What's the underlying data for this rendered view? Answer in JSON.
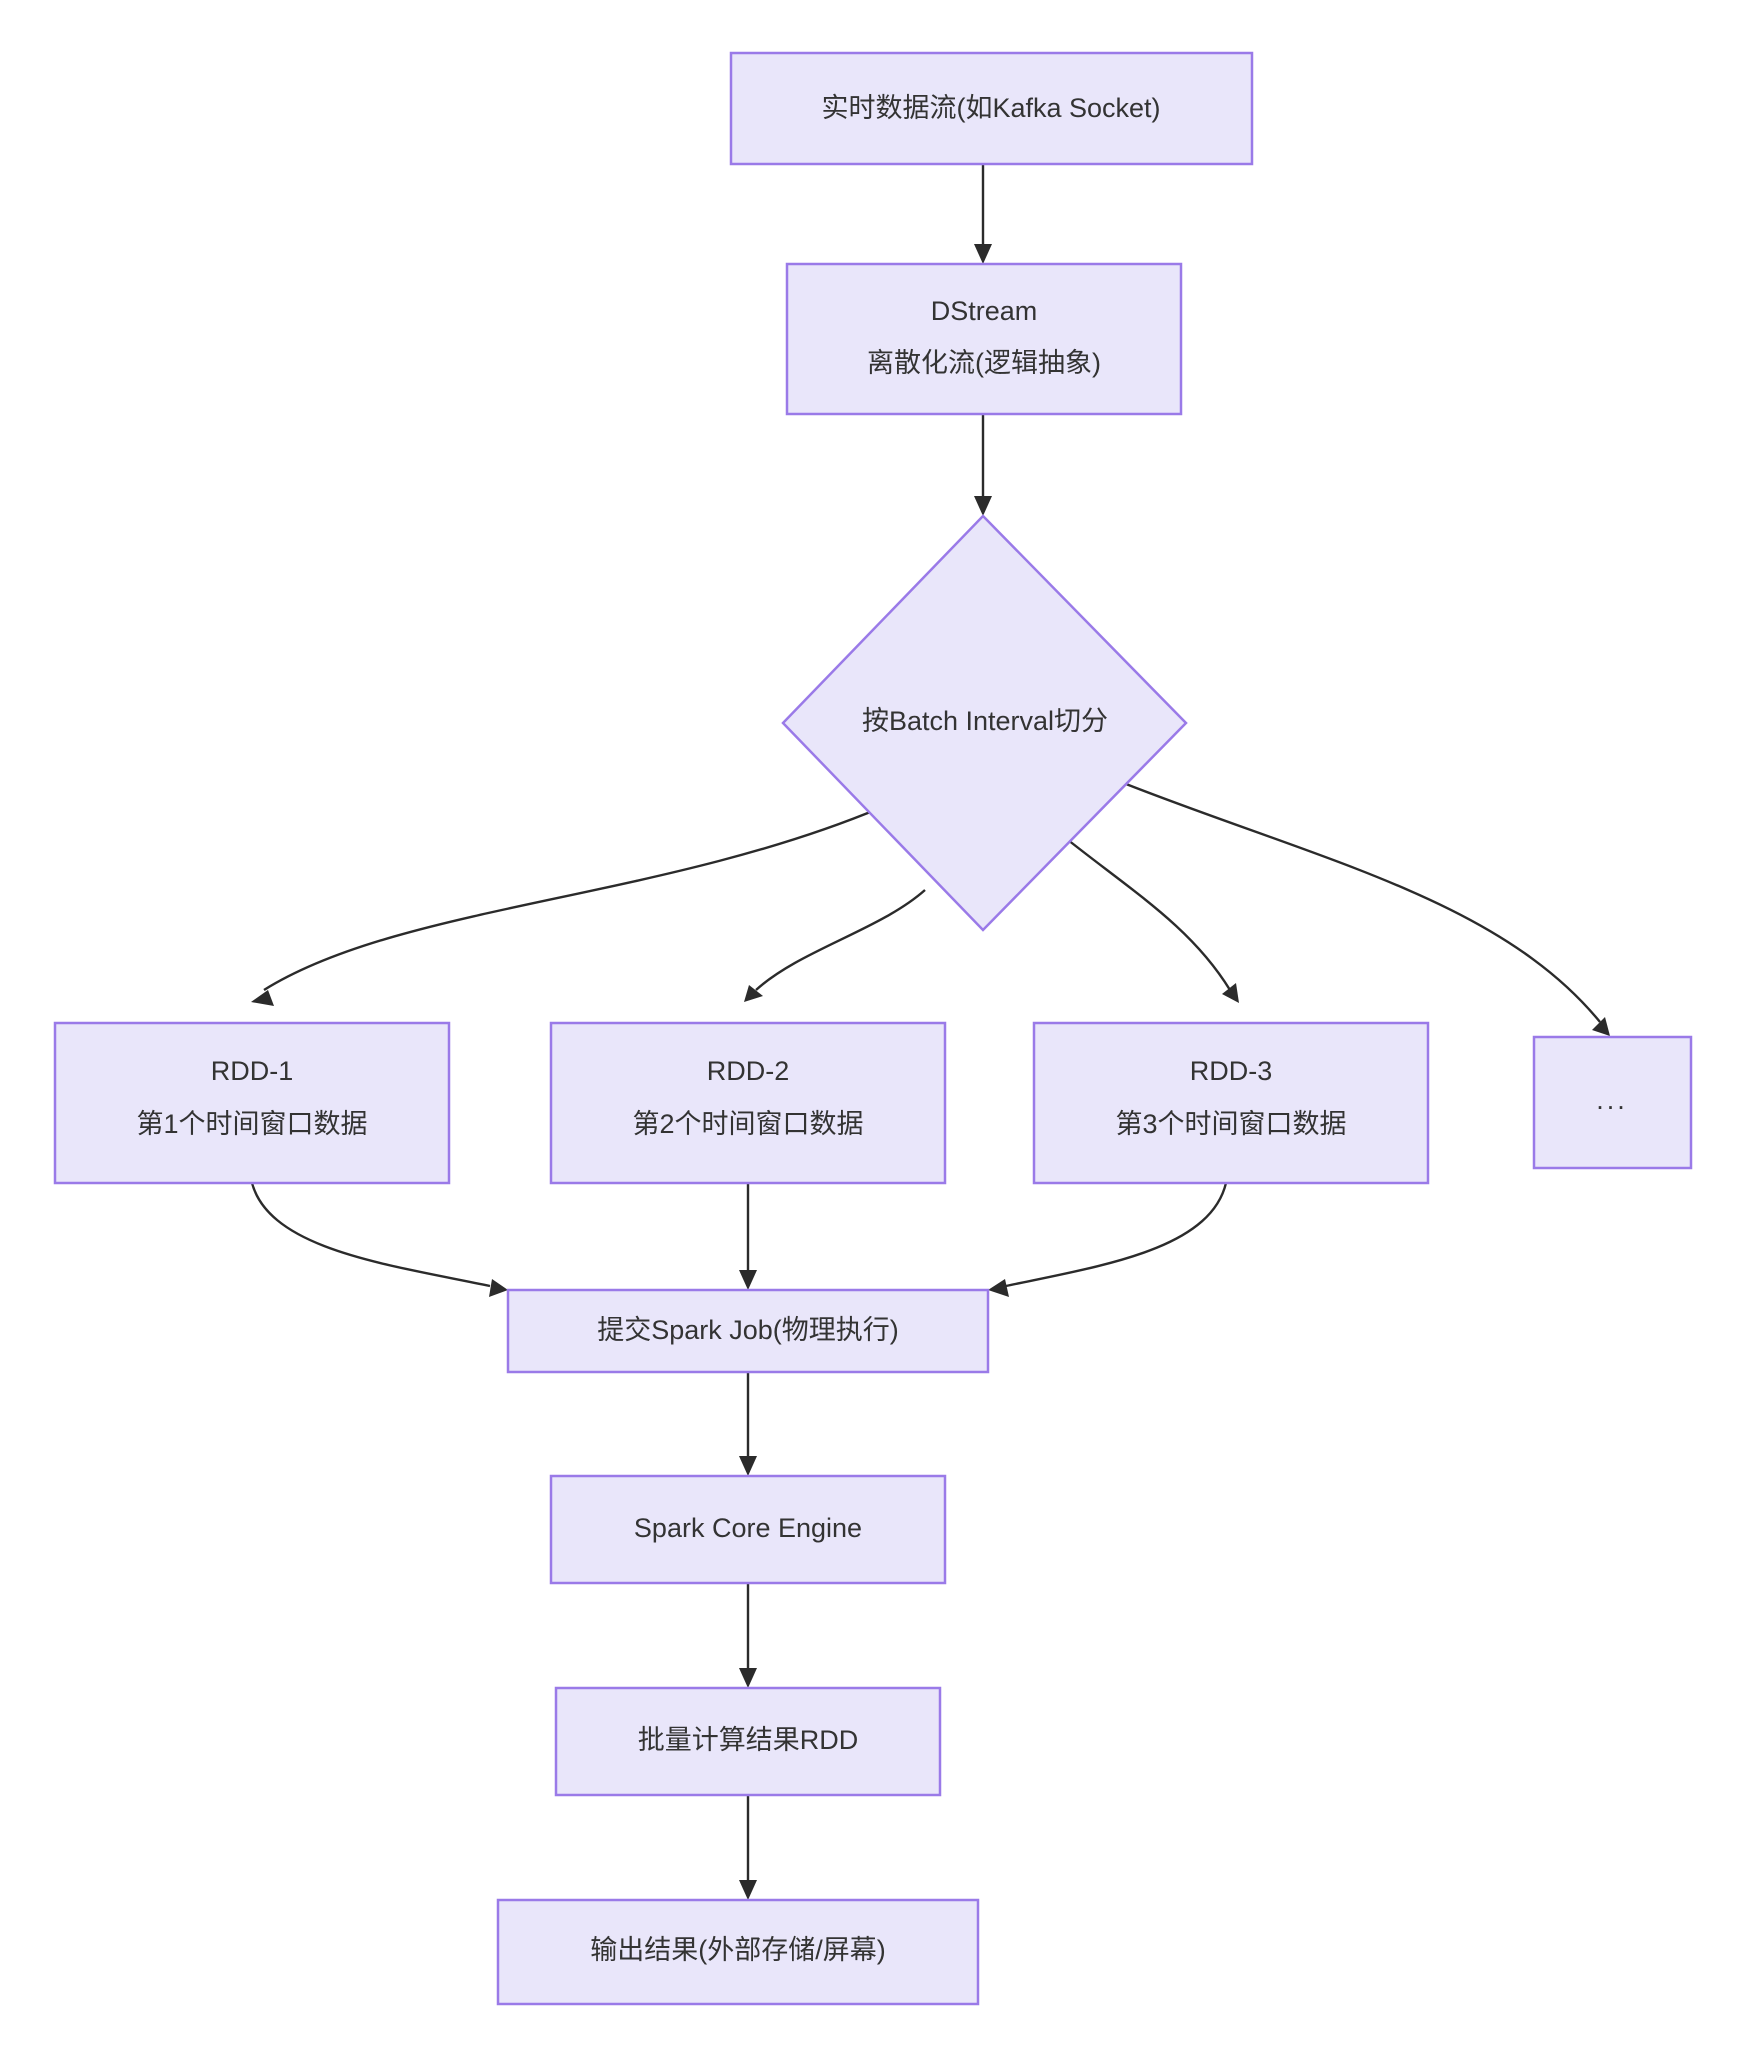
{
  "diagram": {
    "type": "flowchart",
    "direction": "top-to-bottom",
    "theme": {
      "node_fill": "#e9e6fa",
      "node_stroke": "#9a7ae8",
      "edge_stroke": "#2b2b2b",
      "text_color": "#333333",
      "background": "#ffffff"
    },
    "nodes": [
      {
        "id": "source",
        "shape": "rect",
        "lines": [
          "实时数据流(如Kafka Socket)"
        ]
      },
      {
        "id": "dstream",
        "shape": "rect",
        "lines": [
          "DStream",
          "离散化流(逻辑抽象)"
        ]
      },
      {
        "id": "split",
        "shape": "diamond",
        "lines": [
          "按Batch Interval切分"
        ]
      },
      {
        "id": "rdd1",
        "shape": "rect",
        "lines": [
          "RDD-1",
          "第1个时间窗口数据"
        ]
      },
      {
        "id": "rdd2",
        "shape": "rect",
        "lines": [
          "RDD-2",
          "第2个时间窗口数据"
        ]
      },
      {
        "id": "rdd3",
        "shape": "rect",
        "lines": [
          "RDD-3",
          "第3个时间窗口数据"
        ]
      },
      {
        "id": "more",
        "shape": "rect",
        "lines": [
          "..."
        ]
      },
      {
        "id": "submit",
        "shape": "rect",
        "lines": [
          "提交Spark Job(物理执行)"
        ]
      },
      {
        "id": "engine",
        "shape": "rect",
        "lines": [
          "Spark Core Engine"
        ]
      },
      {
        "id": "result",
        "shape": "rect",
        "lines": [
          "批量计算结果RDD"
        ]
      },
      {
        "id": "output",
        "shape": "rect",
        "lines": [
          "输出结果(外部存储/屏幕)"
        ]
      }
    ],
    "edges": [
      {
        "from": "source",
        "to": "dstream",
        "label": ""
      },
      {
        "from": "dstream",
        "to": "split",
        "label": ""
      },
      {
        "from": "split",
        "to": "rdd1",
        "label": ""
      },
      {
        "from": "split",
        "to": "rdd2",
        "label": ""
      },
      {
        "from": "split",
        "to": "rdd3",
        "label": ""
      },
      {
        "from": "split",
        "to": "more",
        "label": ""
      },
      {
        "from": "rdd1",
        "to": "submit",
        "label": ""
      },
      {
        "from": "rdd2",
        "to": "submit",
        "label": ""
      },
      {
        "from": "rdd3",
        "to": "submit",
        "label": ""
      },
      {
        "from": "submit",
        "to": "engine",
        "label": ""
      },
      {
        "from": "engine",
        "to": "result",
        "label": ""
      },
      {
        "from": "result",
        "to": "output",
        "label": ""
      }
    ]
  }
}
